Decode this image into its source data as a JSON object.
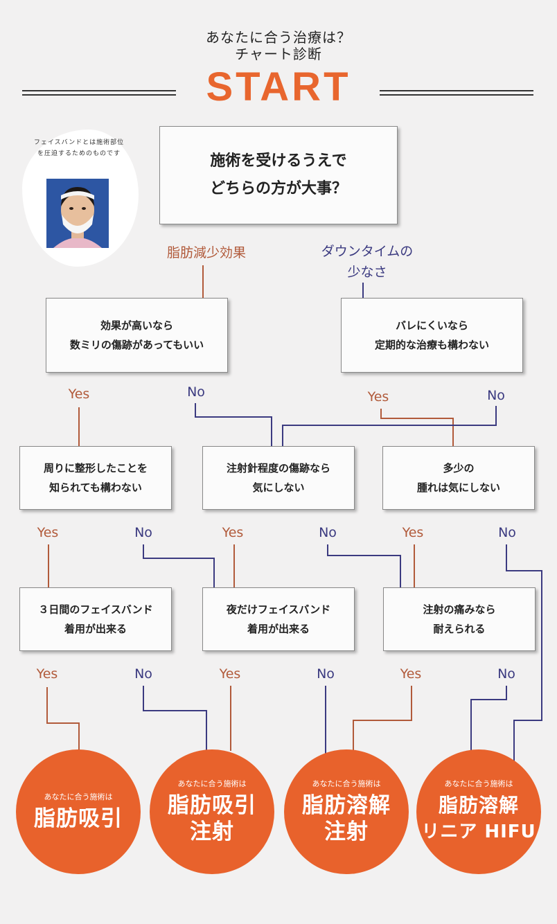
{
  "header": {
    "title_line1": "あなたに合う治療は？",
    "title_line2": "チャート診断",
    "start": "START"
  },
  "note": {
    "text": "フェイスバンドとは施術部位を圧迫するためのものです"
  },
  "colors": {
    "accent": "#e8622c",
    "yes": "#b15a3a",
    "no": "#3b3a80"
  },
  "question_main": {
    "line1": "施術を受けるうえで",
    "line2": "どちらの方が大事？"
  },
  "branches": {
    "left": "脂肪減少効果",
    "right_line1": "ダウンタイムの",
    "right_line2": "少なさ"
  },
  "q_left": {
    "line1": "効果が高いなら",
    "line2": "数ミリの傷跡があってもいい"
  },
  "q_right": {
    "line1": "バレにくいなら",
    "line2": "定期的な治療も構わない"
  },
  "q2a": {
    "line1": "周りに整形したことを",
    "line2": "知られても構わない"
  },
  "q2b": {
    "line1": "注射針程度の傷跡なら",
    "line2": "気にしない"
  },
  "q2c": {
    "line1": "多少の",
    "line2": "腫れは気にしない"
  },
  "q3a": {
    "line1": "３日間のフェイスバンド",
    "line2": "着用が出来る"
  },
  "q3b": {
    "line1": "夜だけフェイスバンド",
    "line2": "着用が出来る"
  },
  "q3c": {
    "line1": "注射の痛みなら",
    "line2": "耐えられる"
  },
  "labels": {
    "yes": "Yes",
    "no": "No"
  },
  "results": [
    {
      "small": "あなたに合う施術は",
      "line1": "脂肪吸引",
      "line2": ""
    },
    {
      "small": "あなたに合う施術は",
      "line1": "脂肪吸引",
      "line2": "注射"
    },
    {
      "small": "あなたに合う施術は",
      "line1": "脂肪溶解",
      "line2": "注射"
    },
    {
      "small": "あなたに合う施術は",
      "line1": "脂肪溶解",
      "line2": "リニア HIFU"
    }
  ]
}
